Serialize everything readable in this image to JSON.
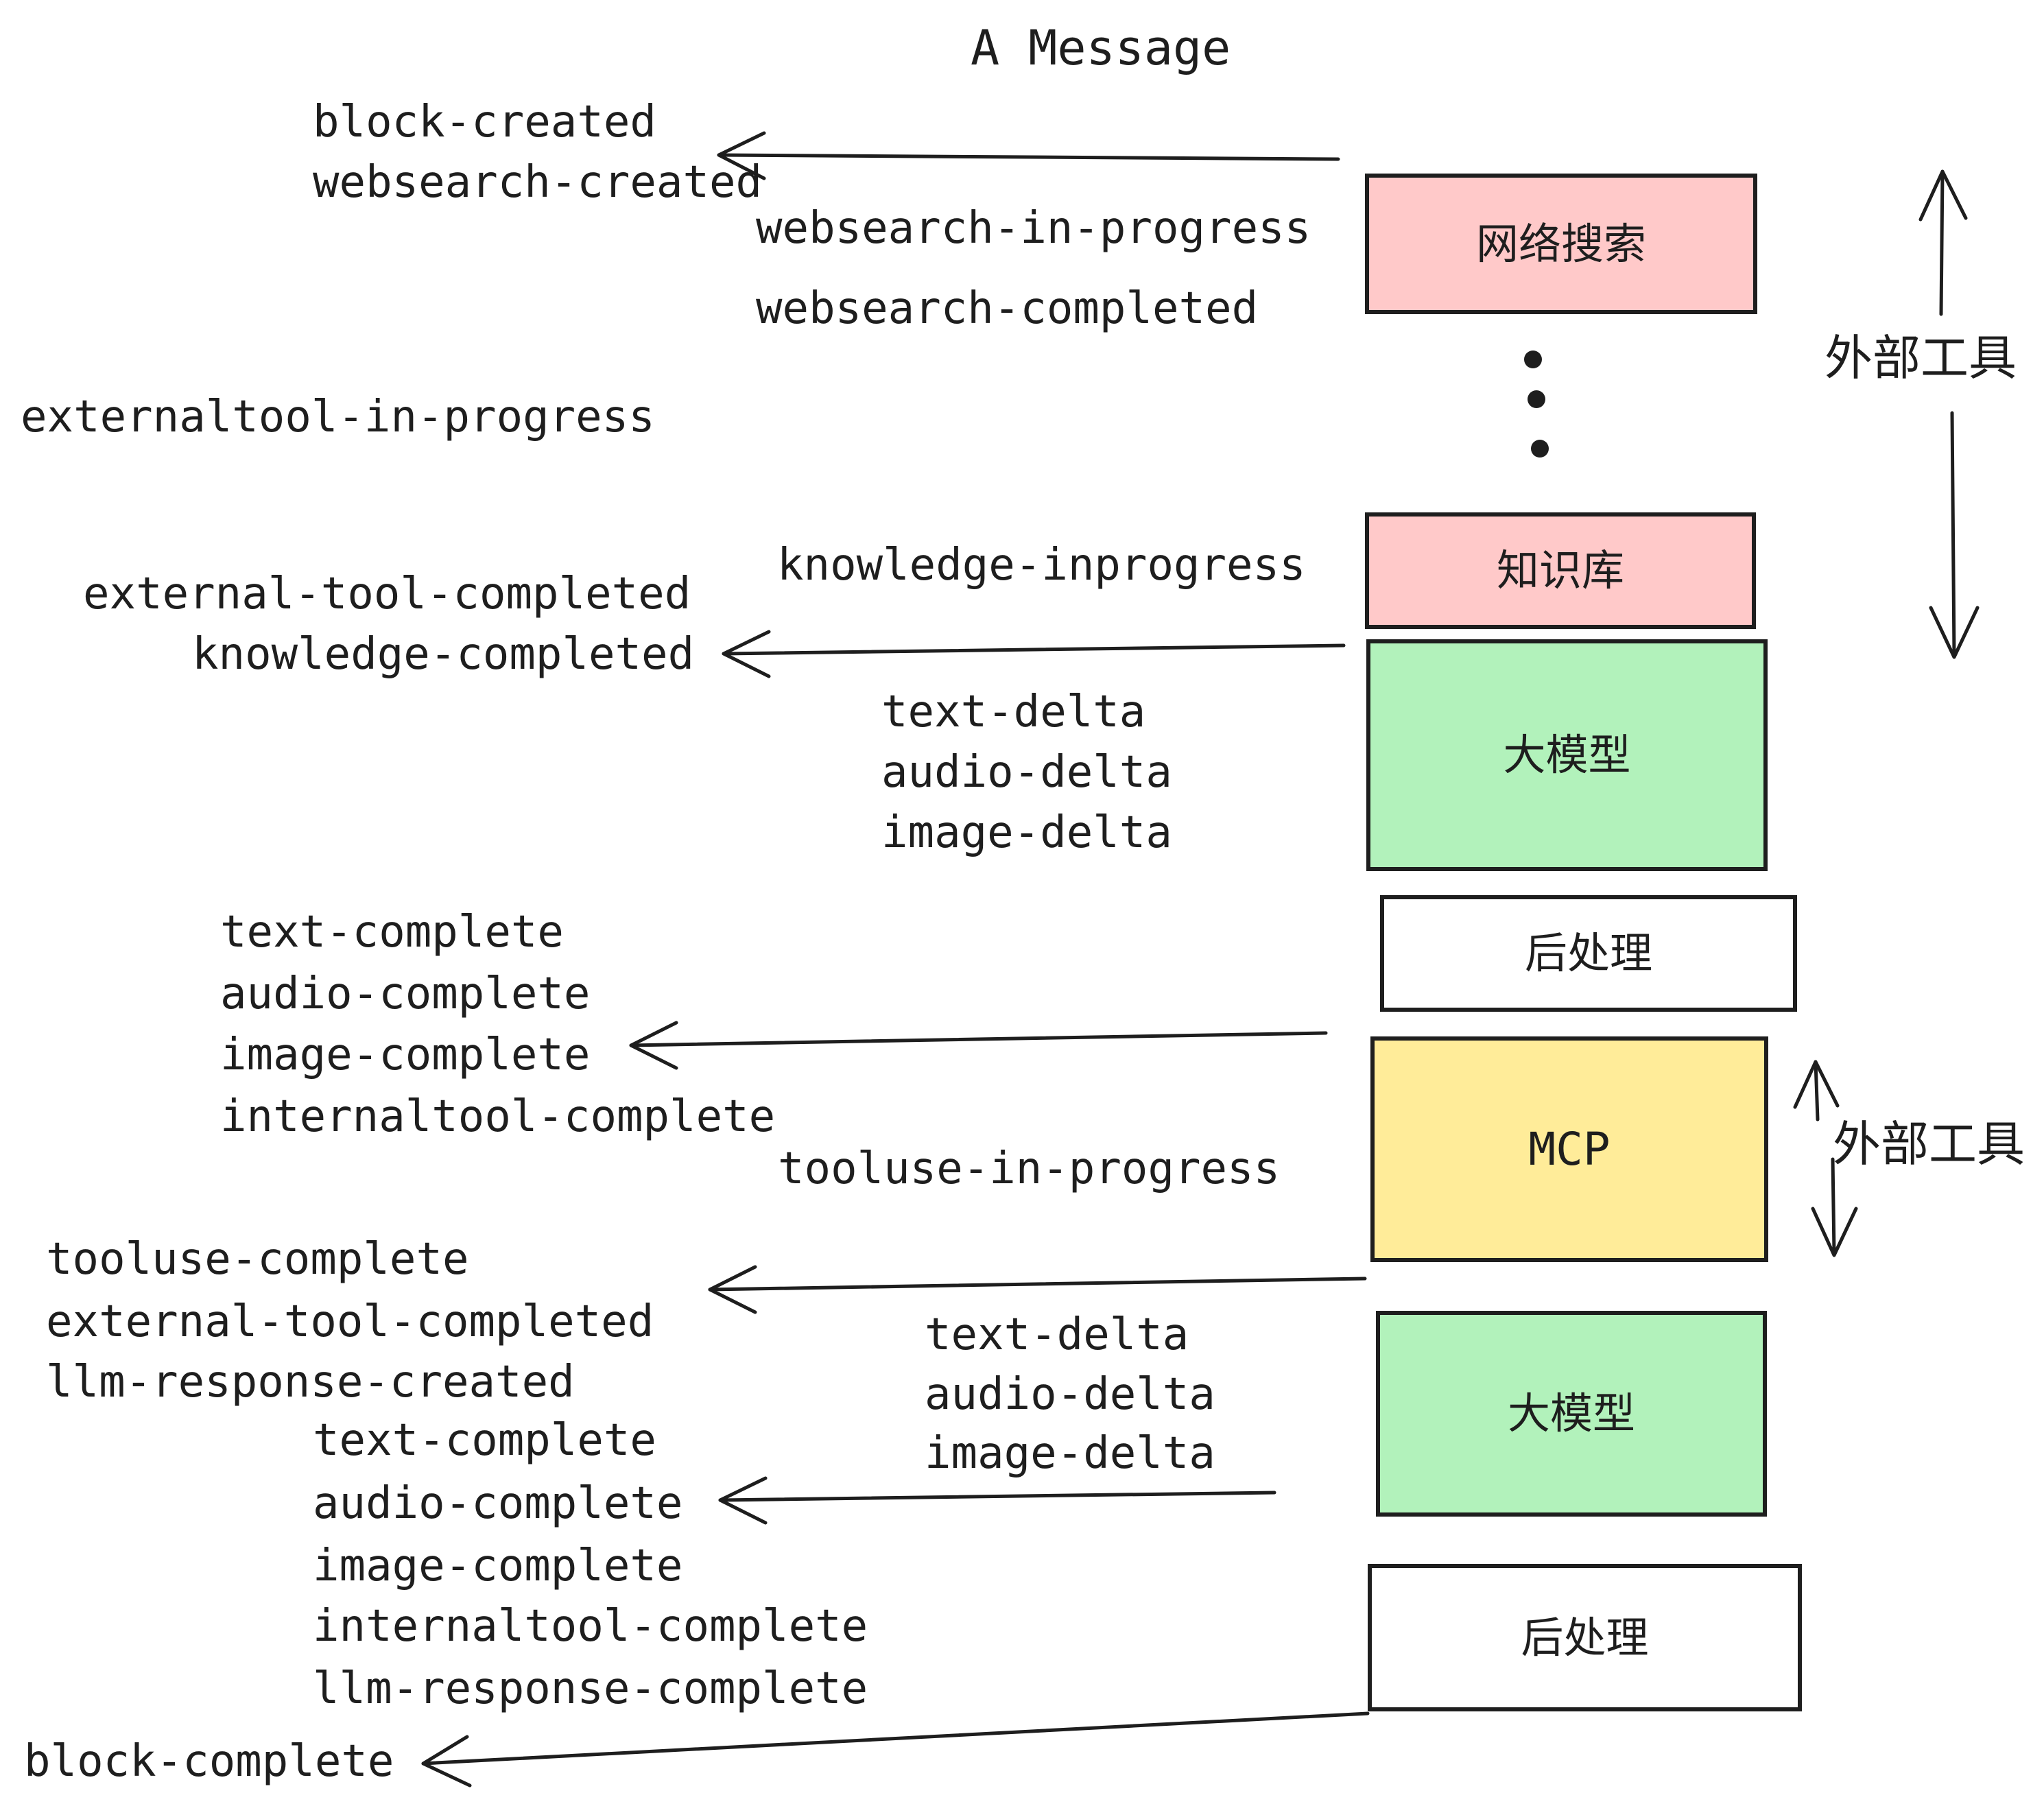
{
  "title": "A Message",
  "colors": {
    "pink": "#ffc9c9",
    "green": "#b2f2bb",
    "yellow": "#ffec99",
    "white": "#ffffff",
    "stroke": "#1e1e1e"
  },
  "boxes": [
    {
      "id": "websearch",
      "label": "网络搜索",
      "fill": "pink"
    },
    {
      "id": "knowledge-base",
      "label": "知识库",
      "fill": "pink"
    },
    {
      "id": "llm-1",
      "label": "大模型",
      "fill": "green"
    },
    {
      "id": "post-process-1",
      "label": "后处理",
      "fill": "white"
    },
    {
      "id": "mcp",
      "label": "MCP",
      "fill": "yellow"
    },
    {
      "id": "llm-2",
      "label": "大模型",
      "fill": "green"
    },
    {
      "id": "post-process-2",
      "label": "后处理",
      "fill": "white"
    }
  ],
  "side_labels": [
    {
      "label": "外部工具"
    },
    {
      "label": "外部工具"
    }
  ],
  "events": [
    {
      "text": "block-created"
    },
    {
      "text": "websearch-created"
    },
    {
      "text": "websearch-in-progress"
    },
    {
      "text": "websearch-completed"
    },
    {
      "text": "externaltool-in-progress"
    },
    {
      "text": "knowledge-inprogress"
    },
    {
      "text": "external-tool-completed"
    },
    {
      "text": "knowledge-completed"
    },
    {
      "text": "text-delta"
    },
    {
      "text": "audio-delta"
    },
    {
      "text": "image-delta"
    },
    {
      "text": "text-complete"
    },
    {
      "text": "audio-complete"
    },
    {
      "text": "image-complete"
    },
    {
      "text": "internaltool-complete"
    },
    {
      "text": "tooluse-in-progress"
    },
    {
      "text": "tooluse-complete"
    },
    {
      "text": "external-tool-completed"
    },
    {
      "text": "llm-response-created"
    },
    {
      "text": "text-delta"
    },
    {
      "text": "audio-delta"
    },
    {
      "text": "image-delta"
    },
    {
      "text": "text-complete"
    },
    {
      "text": "audio-complete"
    },
    {
      "text": "image-complete"
    },
    {
      "text": "internaltool-complete"
    },
    {
      "text": "llm-response-complete"
    },
    {
      "text": "block-complete"
    }
  ]
}
